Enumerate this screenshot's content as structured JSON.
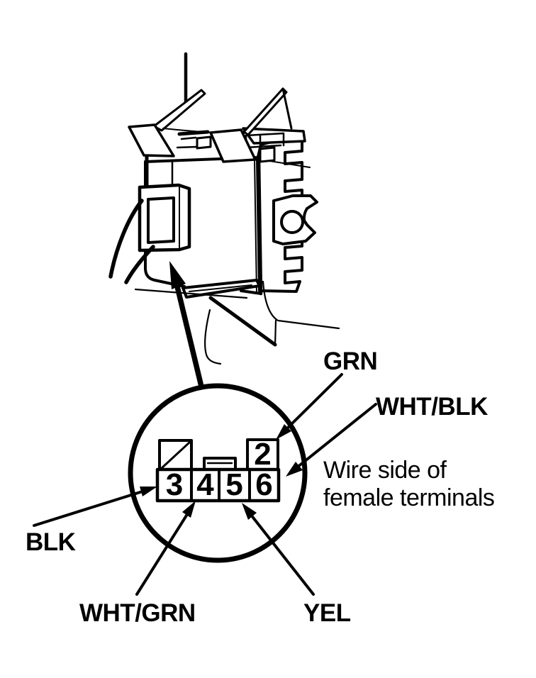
{
  "colors": {
    "ink": "#000000",
    "paper": "#ffffff"
  },
  "note": {
    "line1": "Wire side of",
    "line2": "female terminals"
  },
  "connector": {
    "view": "female terminals, wire side",
    "terminals": [
      {
        "number": "2",
        "wire": "GRN"
      },
      {
        "number": "3",
        "wire": "BLK"
      },
      {
        "number": "4",
        "wire": "WHT/GRN"
      },
      {
        "number": "5",
        "wire": "YEL"
      },
      {
        "number": "6",
        "wire": "WHT/BLK"
      }
    ]
  }
}
